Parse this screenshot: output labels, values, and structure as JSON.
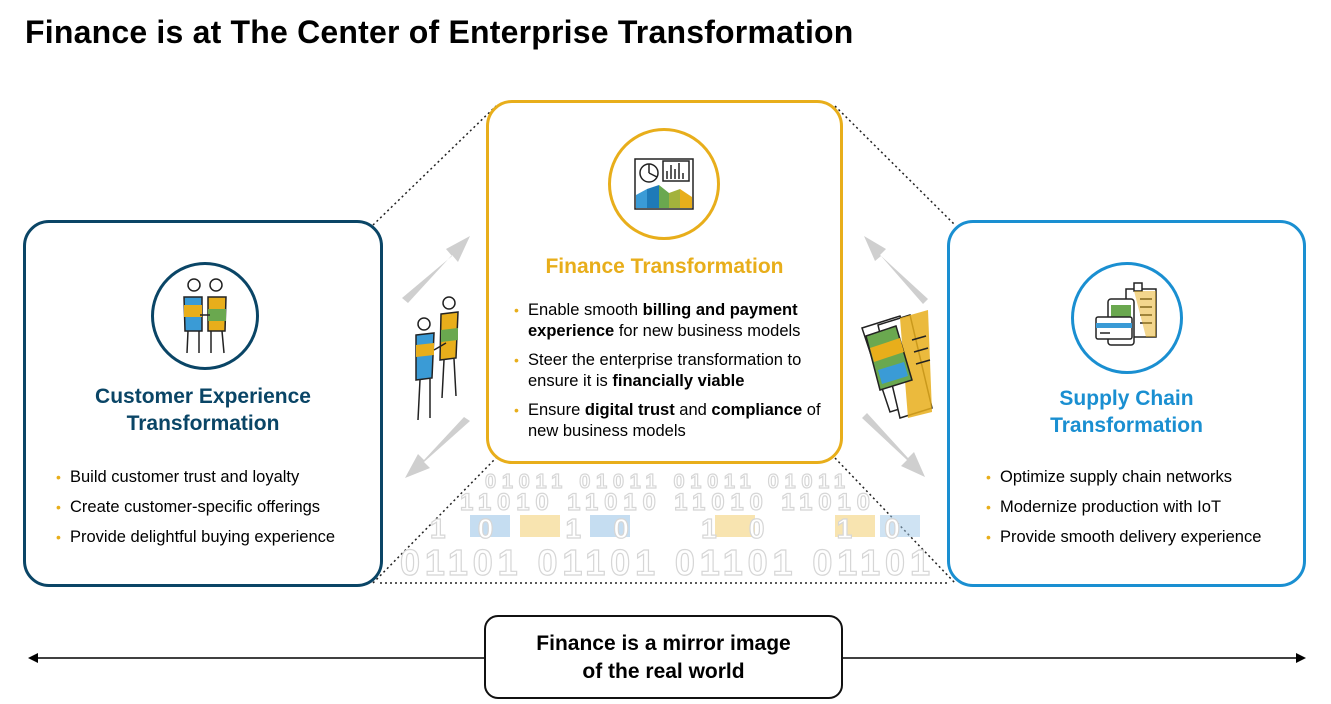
{
  "title": "Finance is at The Center of Enterprise Transformation",
  "colors": {
    "dark_blue": "#0a4566",
    "light_blue": "#1a8fd1",
    "gold": "#e8ae1b"
  },
  "left_card": {
    "icon": "handshake-icon",
    "title_line1": "Customer Experience",
    "title_line2": "Transformation",
    "bullets": [
      "Build customer trust and loyalty",
      "Create customer-specific offerings",
      "Provide delightful buying experience"
    ]
  },
  "center_card": {
    "icon": "finance-dashboard-icon",
    "title": "Finance Transformation",
    "bullets": [
      [
        {
          "t": "Enable smooth "
        },
        {
          "t": "billing and payment experience",
          "b": true
        },
        {
          "t": " for new business models"
        }
      ],
      [
        {
          "t": "Steer the enterprise transformation to ensure it is "
        },
        {
          "t": "financially viable",
          "b": true
        }
      ],
      [
        {
          "t": "Ensure "
        },
        {
          "t": "digital trust",
          "b": true
        },
        {
          "t": " and "
        },
        {
          "t": "compliance",
          "b": true
        },
        {
          "t": " of new business models"
        }
      ]
    ]
  },
  "right_card": {
    "icon": "payment-document-icon",
    "title_line1": "Supply Chain",
    "title_line2": "Transformation",
    "bullets": [
      "Optimize supply chain networks",
      "Modernize production with IoT",
      "Provide smooth delivery experience"
    ]
  },
  "mirror": {
    "line1": "Finance is a mirror image",
    "line2": "of the real world"
  },
  "binary_rows": [
    "01011 01011 01011 01011",
    "11010 11010 11010 11010",
    "10 10 10 10",
    "01101 01101 01101 01101"
  ]
}
